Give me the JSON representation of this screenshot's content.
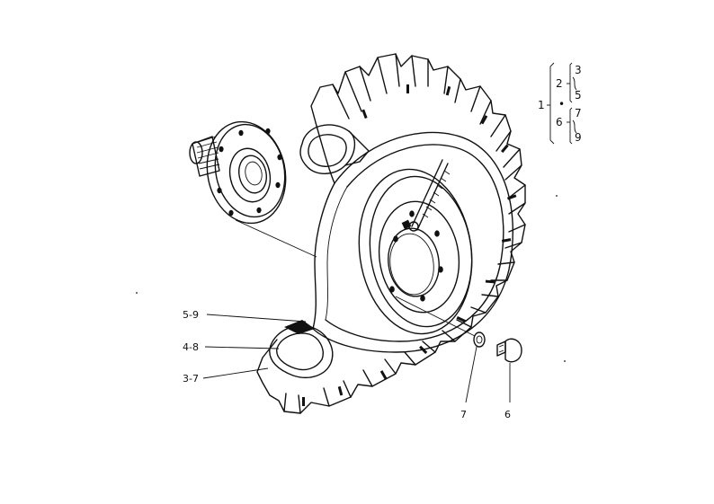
{
  "callouts": {
    "c59": "5-9",
    "c48": "4-8",
    "c37": "3-7",
    "c7": "7",
    "c6": "6"
  },
  "key": {
    "k1": "1",
    "k2": "2",
    "k3": "3",
    "k5": "5",
    "k6": "6",
    "k7": "7",
    "k9": "9",
    "dot": "•"
  },
  "colors": {
    "ink": "#111111",
    "paper": "#ffffff"
  }
}
